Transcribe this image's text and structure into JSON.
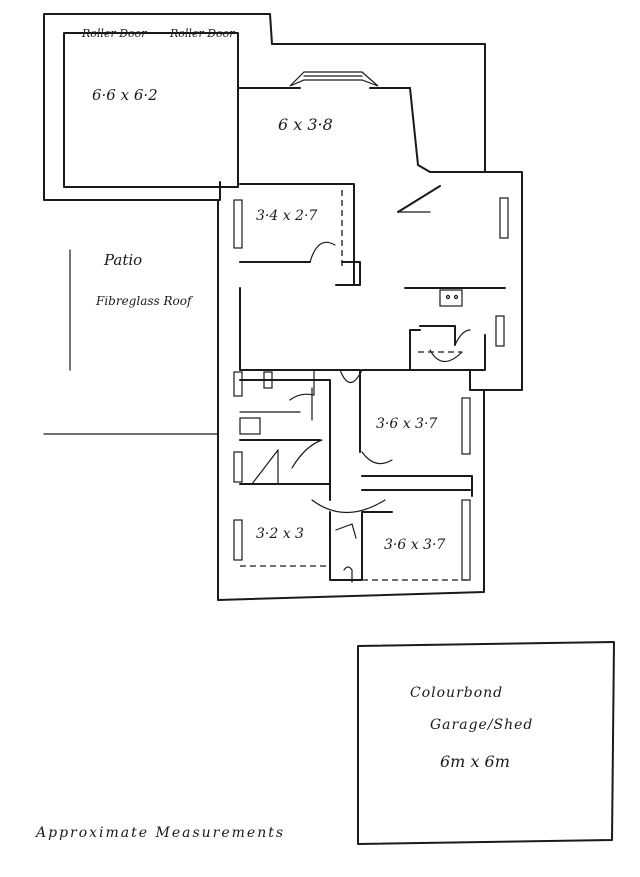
{
  "garage": {
    "door_left": "Roller Door",
    "door_right": "Roller Door",
    "size": "6·6 x 6·2"
  },
  "rooms": {
    "living": "6 x 3·8",
    "bed_top": "3·4 x 2·7",
    "bed_mid_right": "3·6 x 3·7",
    "bed_bottom_left": "3·2 x 3",
    "bed_bottom_right": "3·6 x 3·7"
  },
  "patio": {
    "title": "Patio",
    "roof": "Fibreglass Roof"
  },
  "shed": {
    "line1": "Colourbond",
    "line2": "Garage/Shed",
    "size": "6m x 6m"
  },
  "footer": {
    "note": "Approximate Measurements"
  }
}
